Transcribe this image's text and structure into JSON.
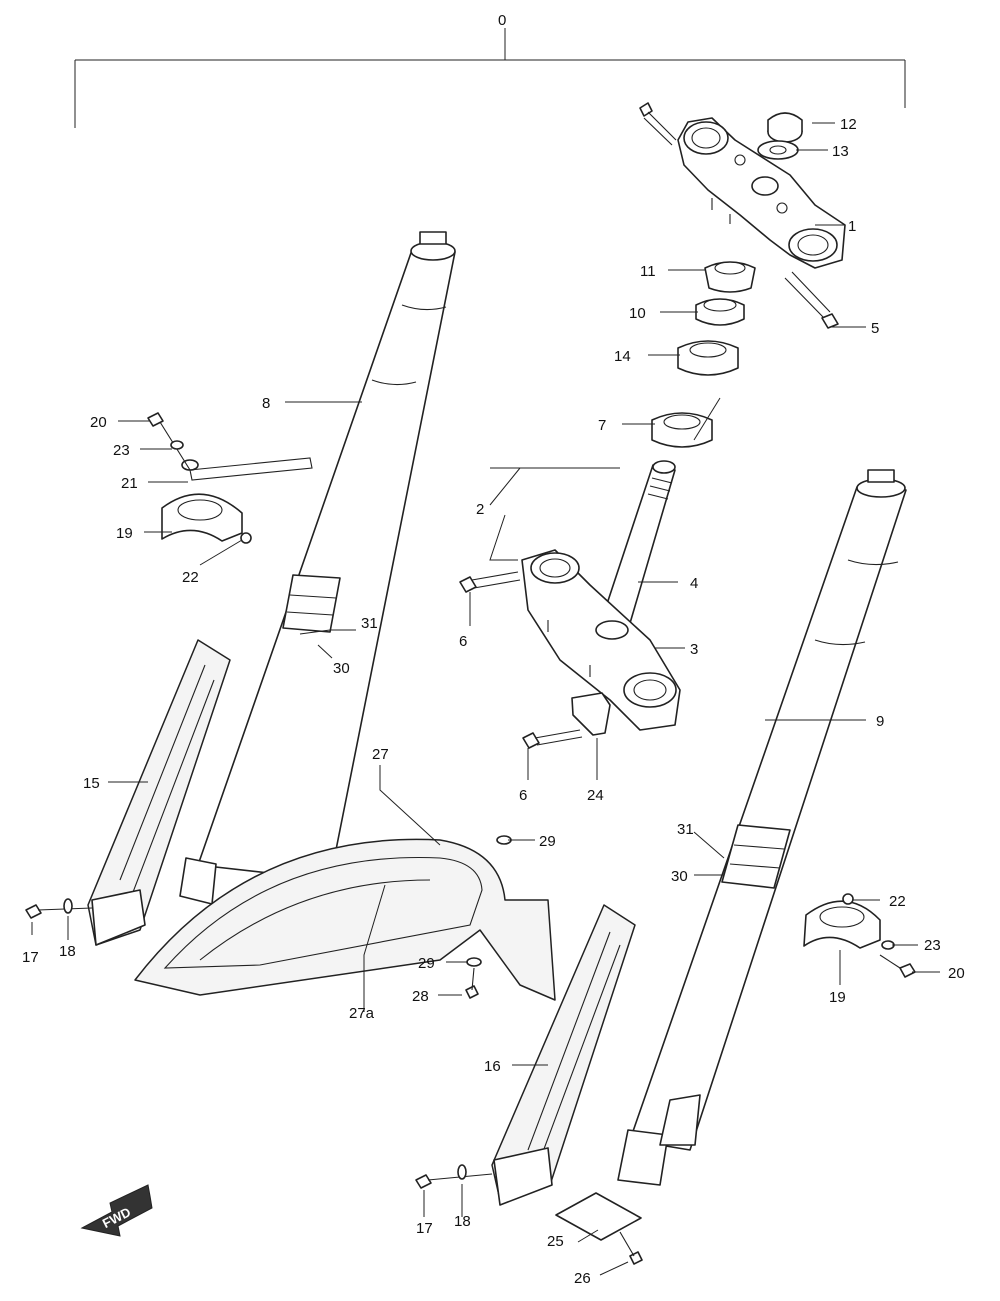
{
  "labels": {
    "l0": "0",
    "l1": "1",
    "l2": "2",
    "l3": "3",
    "l4": "4",
    "l5": "5",
    "l6a": "6",
    "l6b": "6",
    "l7": "7",
    "l8": "8",
    "l9": "9",
    "l10": "10",
    "l11": "11",
    "l12": "12",
    "l13": "13",
    "l14": "14",
    "l15": "15",
    "l16": "16",
    "l17a": "17",
    "l17b": "17",
    "l18a": "18",
    "l18b": "18",
    "l19a": "19",
    "l19b": "19",
    "l20a": "20",
    "l20b": "20",
    "l21": "21",
    "l22a": "22",
    "l22b": "22",
    "l23a": "23",
    "l23b": "23",
    "l24": "24",
    "l25": "25",
    "l26": "26",
    "l27": "27",
    "l27a": "27a",
    "l28": "28",
    "l29a": "29",
    "l29b": "29",
    "l30a": "30",
    "l30b": "30",
    "l31a": "31",
    "l31b": "31"
  },
  "fwd": "FWD",
  "colors": {
    "line": "#222222",
    "fill": "#ffffff",
    "arrow": "#333333"
  }
}
